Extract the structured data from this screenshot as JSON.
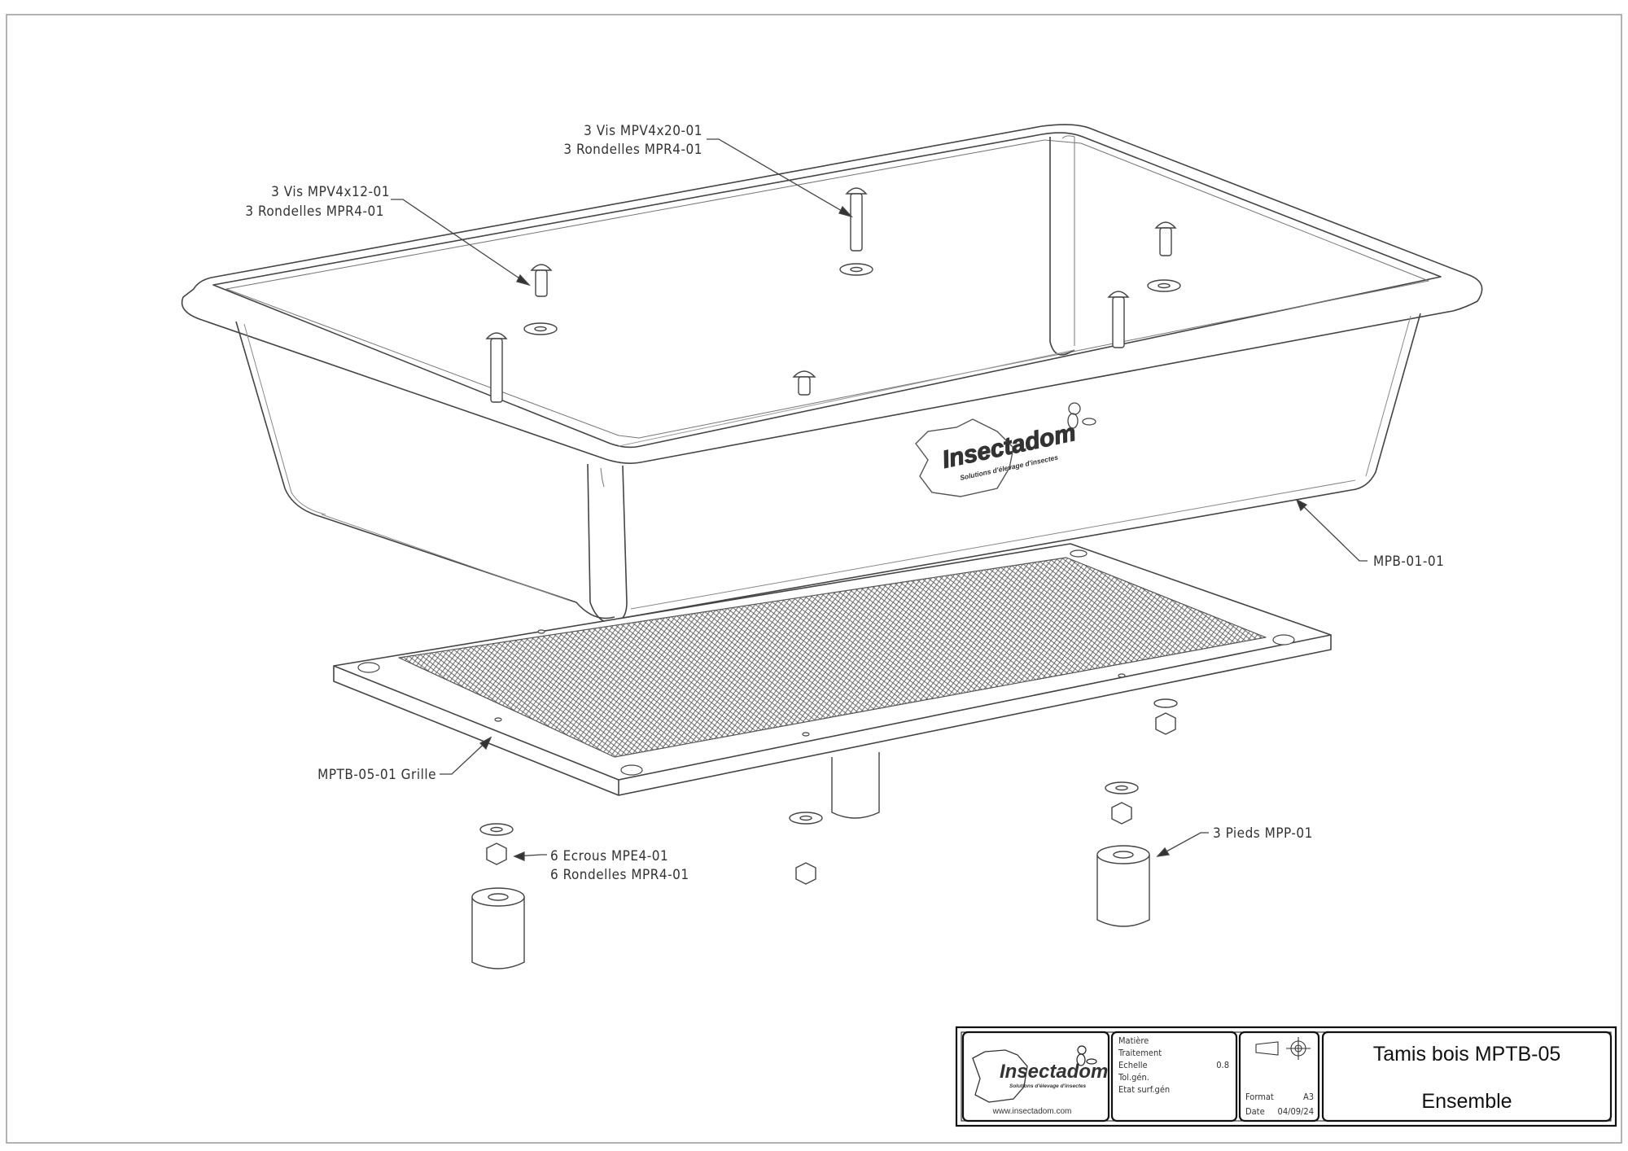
{
  "drawing": {
    "callouts": {
      "screws_long_line1": "3 Vis MPV4x20-01",
      "screws_long_line2": "3 Rondelles MPR4-01",
      "screws_short_line1": "3 Vis MPV4x12-01",
      "screws_short_line2": "3 Rondelles MPR4-01",
      "tray": "MPB-01-01",
      "grid": "MPTB-05-01 Grille",
      "nuts_line1": "6 Ecrous  MPE4-01",
      "nuts_line2": "6 Rondelles MPR4-01",
      "feet": "3 Pieds MPP-01"
    },
    "tray_logo": {
      "brand": "Insectadom",
      "tagline": "Solutions d'élevage d'insectes"
    }
  },
  "title_block": {
    "logo": {
      "brand": "Insectadom",
      "tagline": "Solutions d'élevage d'insectes",
      "website": "www.insectadom.com"
    },
    "fields": {
      "material_label": "Matière",
      "treatment_label": "Traitement",
      "scale_label": "Echelle",
      "scale_value": "0.8",
      "tolerance_label": "Tol.gén.",
      "surface_label": "Etat surf.gén"
    },
    "format_label": "Format",
    "format_value": "A3",
    "date_label": "Date",
    "date_value": "04/09/24",
    "title": "Tamis bois MPTB-05",
    "subtitle": "Ensemble"
  }
}
